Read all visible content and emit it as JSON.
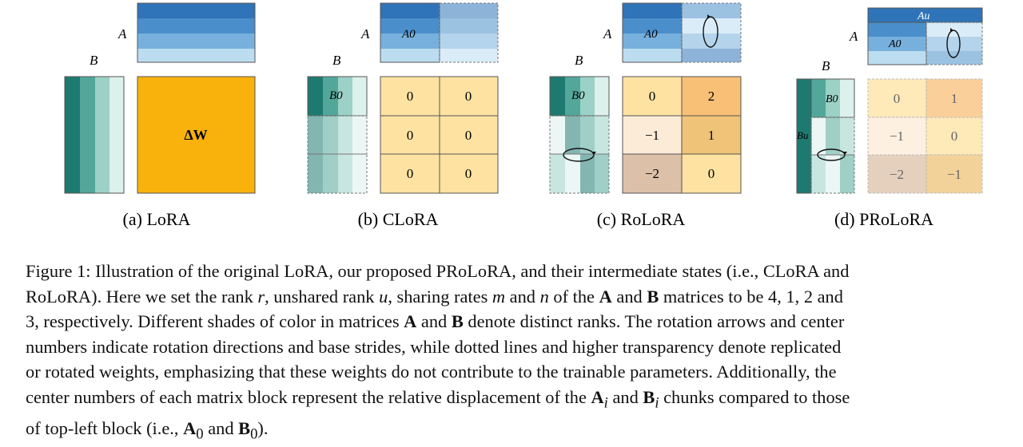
{
  "panels": {
    "lora": {
      "a_label": "A",
      "b_label": "B",
      "w_label": "ΔW",
      "caption": "(a) LoRA"
    },
    "clora": {
      "a_label": "A",
      "b_label": "B",
      "a0": "A0",
      "b0": "B0",
      "cells": [
        "0",
        "0",
        "0",
        "0",
        "0",
        "0"
      ],
      "caption": "(b) CLoRA"
    },
    "rolora": {
      "a_label": "A",
      "b_label": "B",
      "a0": "A0",
      "b0": "B0",
      "cells": [
        "0",
        "2",
        "−1",
        "1",
        "−2",
        "0"
      ],
      "caption": "(c) RoLoRA"
    },
    "prolora": {
      "a_label": "A",
      "b_label": "B",
      "a0": "A0",
      "b0": "B0",
      "au": "Au",
      "bu": "Bu",
      "cells": [
        "0",
        "1",
        "−1",
        "0",
        "−2",
        "−1"
      ],
      "caption": "(d) PRoLoRA"
    }
  },
  "colors": {
    "blue_1": "#2f74b8",
    "blue_2": "#4a8fcb",
    "blue_3": "#77b0dc",
    "blue_4": "#bcdcf0",
    "teal_1": "#1e7a70",
    "teal_2": "#52a79a",
    "teal_3": "#9bd1c6",
    "teal_4": "#dcf0ec",
    "orange": "#f9b10b",
    "cell_0": "#fde2a2",
    "cell_pos": "#f8bf77",
    "cell_neg1": "#fcebd7",
    "cell_neg2": "#dcc0a8",
    "cell_one": "#efc378"
  },
  "caption": {
    "line1": "Figure 1: Illustration of the original LoRA, our proposed PRoLoRA, and their intermediate states (i.e., CLoRA and",
    "line2_a": "RoLoRA). Here we set the rank ",
    "r": "r",
    "line2_b": ", unshared rank ",
    "u": "u",
    "line2_c": ", sharing rates ",
    "m": "m",
    "line2_d": " and ",
    "n": "n",
    "line2_e": " of the ",
    "A": "A",
    "line2_f": " and ",
    "B": "B",
    "line2_g": " matrices to be 4, 1, 2 and",
    "line3_a": "3, respectively. Different shades of color in matrices ",
    "line3_b": " and ",
    "line3_c": " denote distinct ranks. The rotation arrows and center",
    "line4": "numbers indicate rotation directions and base strides, while dotted lines and higher transparency denote replicated",
    "line5": "or rotated weights, emphasizing that these weights do not contribute to the trainable parameters. Additionally, the",
    "line6_a": "center numbers of each matrix block represent the relative displacement of the ",
    "Ai": "A",
    "i1": "i",
    "line6_b": " and ",
    "Bi": "B",
    "i2": "i",
    "line6_c": " chunks compared to those",
    "line7_a": "of top-left block (i.e., ",
    "A0": "A",
    "z1": "0",
    "line7_b": " and ",
    "B0": "B",
    "z2": "0",
    "line7_c": ")."
  }
}
